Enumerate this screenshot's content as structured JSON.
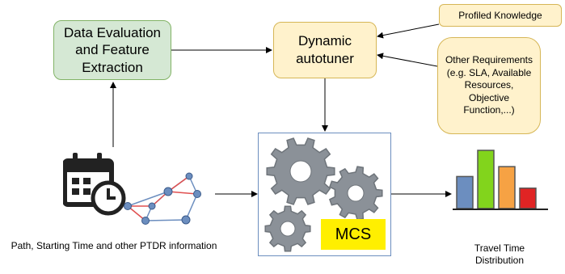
{
  "nodes": {
    "data_eval": "Data Evaluation and Feature Extraction",
    "autotuner": "Dynamic autotuner",
    "profiled": "Profiled Knowledge",
    "other_req": "Other Requirements (e.g. SLA, Available Resources, Objective Function,...)",
    "mcs": "MCS",
    "path_label": "Path, Starting Time and other PTDR information",
    "travel_label": "Travel Time Distribution"
  },
  "chart_data": {
    "type": "bar",
    "categories": [
      "",
      "",
      "",
      ""
    ],
    "values": [
      5.5,
      10,
      7.2,
      3.5
    ],
    "colors": [
      "#6c8ebf",
      "#82d41c",
      "#f6a244",
      "#e02424"
    ]
  },
  "colors": {
    "green_fill": "#d5e8d4",
    "green_border": "#82b366",
    "yellow_fill": "#fff2cc",
    "yellow_border": "#d6b656",
    "mcs_label": "#ffef00",
    "gear": "#8b9198",
    "node": "#6c8ebf",
    "edge": "#e05050"
  }
}
